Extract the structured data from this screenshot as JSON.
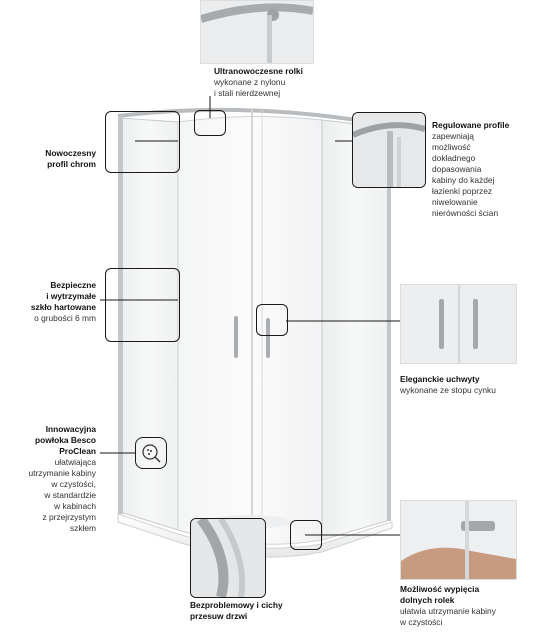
{
  "features": {
    "rollers": {
      "title": "Ultranowoczesne rolki",
      "desc": [
        "wykonane z nylonu",
        "i stali nierdzewnej"
      ]
    },
    "profile_chrome": {
      "title": [
        "Nowoczesny",
        "profil chrom"
      ]
    },
    "adjustable_profile": {
      "title": "Regulowane profile",
      "desc": [
        "zapewniają",
        "możliwość",
        "dokładnego",
        "dopasowania",
        "kabiny do każdej",
        "łazienki poprzez",
        "niwelowanie",
        "nierówności ścian"
      ]
    },
    "safe_glass": {
      "title": [
        "Bezpieczne",
        "i wytrzymałe",
        "szkło hartowane"
      ],
      "desc": [
        "o grubości 6 mm"
      ]
    },
    "handles": {
      "title": "Eleganckie uchwyty",
      "desc": [
        "wykonane ze stopu cynku"
      ]
    },
    "coating": {
      "title": [
        "Innowacyjna",
        "powłoka Besco",
        "ProClean"
      ],
      "desc": [
        "ułatwiająca",
        "utrzymanie kabiny",
        "w czystości,",
        "w standardzie",
        "w kabinach",
        "z przejrzystym",
        "szkłem"
      ]
    },
    "sliding": {
      "title": [
        "Bezproblemowy i cichy",
        "przesuw drzwi"
      ]
    },
    "bottom_rollers": {
      "title": [
        "Możliwość wypięcia",
        "dolnych rolek"
      ],
      "desc": [
        "ułatwia utrzymanie kabiny",
        "w czystości"
      ]
    }
  },
  "colors": {
    "text": "#222222",
    "glass": "#f2f3f4",
    "chrome": "#b9bcbf",
    "line": "#1a1a1a"
  }
}
